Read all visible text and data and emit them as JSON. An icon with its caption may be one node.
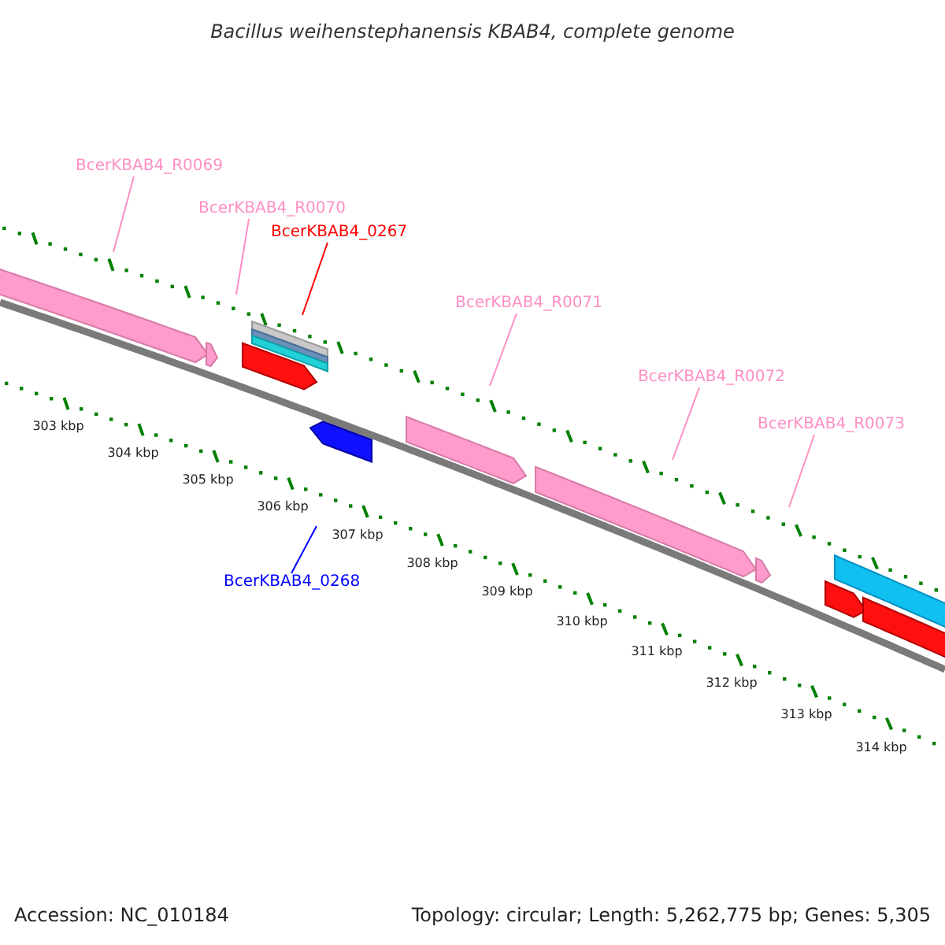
{
  "diagram": {
    "title": "Bacillus weihenstephanensis KBAB4, complete genome",
    "nodes": [
      {
        "text": [
          "BcerKBAB4_R0069"
        ]
      },
      {
        "text": [
          "BcerKBAB4_R0070"
        ]
      },
      {
        "text": [
          "BcerKBAB4_0267"
        ]
      },
      {
        "text": [
          "BcerKBAB4_R0071"
        ]
      },
      {
        "text": [
          "BcerKBAB4_R0072"
        ]
      },
      {
        "text": [
          "BcerKBAB4_R0073"
        ]
      },
      {
        "text": [
          "BcerKBAB4_0268"
        ]
      }
    ],
    "edges": [
      {
        "from": 0,
        "to": null,
        "arrow": "none"
      },
      {
        "from": 1,
        "to": null,
        "arrow": "none"
      },
      {
        "from": 2,
        "to": null,
        "arrow": "none",
        "color": "#ff0000"
      },
      {
        "from": 3,
        "to": null,
        "arrow": "none"
      },
      {
        "from": 4,
        "to": null,
        "arrow": "none"
      },
      {
        "from": 5,
        "to": null,
        "arrow": "none"
      },
      {
        "from": 6,
        "to": null,
        "arrow": "none",
        "color": "#0000ff"
      }
    ],
    "labels": [
      "303 kbp",
      "304 kbp",
      "305 kbp",
      "306 kbp",
      "307 kbp",
      "308 kbp",
      "309 kbp",
      "310 kbp",
      "311 kbp",
      "312 kbp",
      "313 kbp",
      "314 kbp",
      "Accession: NC_010184",
      "Topology: circular; Length: 5,262,775 bp; Genes: 5,305"
    ]
  }
}
